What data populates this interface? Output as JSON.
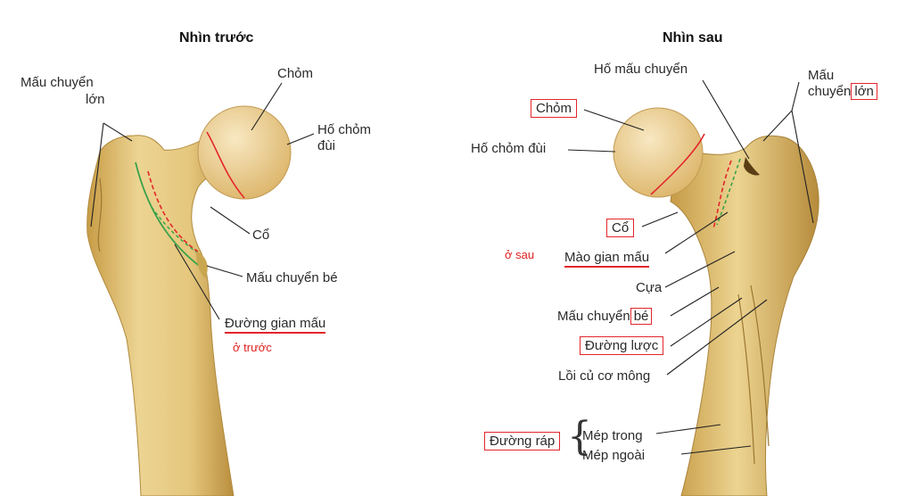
{
  "anterior": {
    "title": "Nhìn trước",
    "note": "ở trước",
    "labels": {
      "greater_trochanter_line1": "Mấu chuyển",
      "greater_trochanter_line2": "lớn",
      "head": "Chỏm",
      "fovea_line1": "Hố chỏm",
      "fovea_line2": "đùi",
      "neck": "Cổ",
      "lesser_trochanter": "Mấu chuyển bé",
      "intertrochanteric_line": "Đường gian mấu"
    }
  },
  "posterior": {
    "title": "Nhìn sau",
    "note": "ở sau",
    "labels": {
      "trochanteric_fossa": "Hố mấu chuyển",
      "greater_trochanter_line1": "Mấu",
      "greater_trochanter_line2a": "chuyển",
      "greater_trochanter_line2b": "lớn",
      "head": "Chỏm",
      "fovea": "Hố chỏm đùi",
      "neck": "Cổ",
      "intertrochanteric_crest": "Mào gian mấu",
      "quadrate_tubercle": "Cựa",
      "lesser_trochanter_a": "Mấu chuyển",
      "lesser_trochanter_b": "bé",
      "pectineal_line": "Đường lược",
      "gluteal_tuberosity": "Lồi củ cơ mông",
      "linea_aspera": "Đường ráp",
      "medial_lip": "Mép trong",
      "lateral_lip": "Mép ngoài"
    }
  },
  "colors": {
    "bone": "#e8cf86",
    "bone_shade": "#c9a650",
    "head": "#f1d9a2",
    "highlight": "#e3262b",
    "line_green": "#3aa24a",
    "leader": "#222222"
  }
}
